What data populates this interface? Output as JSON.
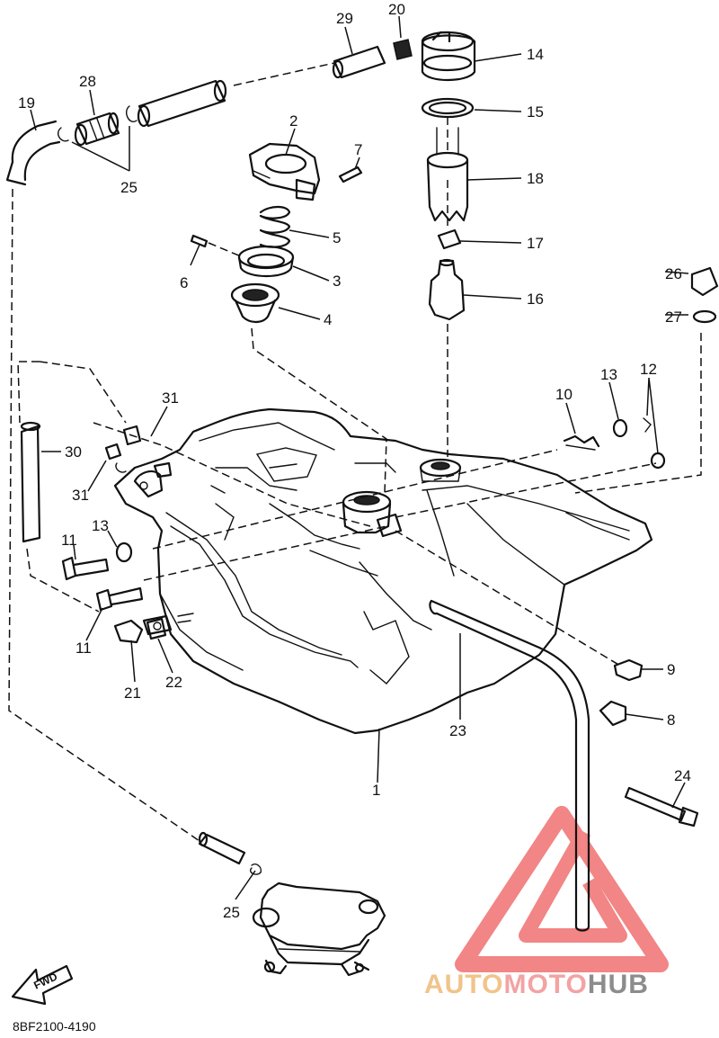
{
  "diagram_code": "8BF2100-4190",
  "direction_label": "FWD",
  "watermark": {
    "part1": "AUTO",
    "part2": "MOTO",
    "part3": "HUB",
    "colors": {
      "part1": "#f0c48a",
      "part2": "#f2a3a3",
      "part3": "#8c8c8c",
      "logo": "#f07070"
    }
  },
  "callouts": {
    "c1": "1",
    "c2": "2",
    "c3": "3",
    "c4": "4",
    "c5": "5",
    "c6": "6",
    "c7": "7",
    "c8": "8",
    "c9": "9",
    "c10": "10",
    "c11a": "11",
    "c11b": "11",
    "c12": "12",
    "c13a": "13",
    "c13b": "13",
    "c14": "14",
    "c15": "15",
    "c16": "16",
    "c17": "17",
    "c18": "18",
    "c19": "19",
    "c20": "20",
    "c21": "21",
    "c22": "22",
    "c23": "23",
    "c24": "24",
    "c25a": "25",
    "c25b": "25",
    "c26": "26",
    "c27": "27",
    "c28": "28",
    "c29": "29",
    "c30": "30",
    "c31a": "31",
    "c31b": "31"
  }
}
